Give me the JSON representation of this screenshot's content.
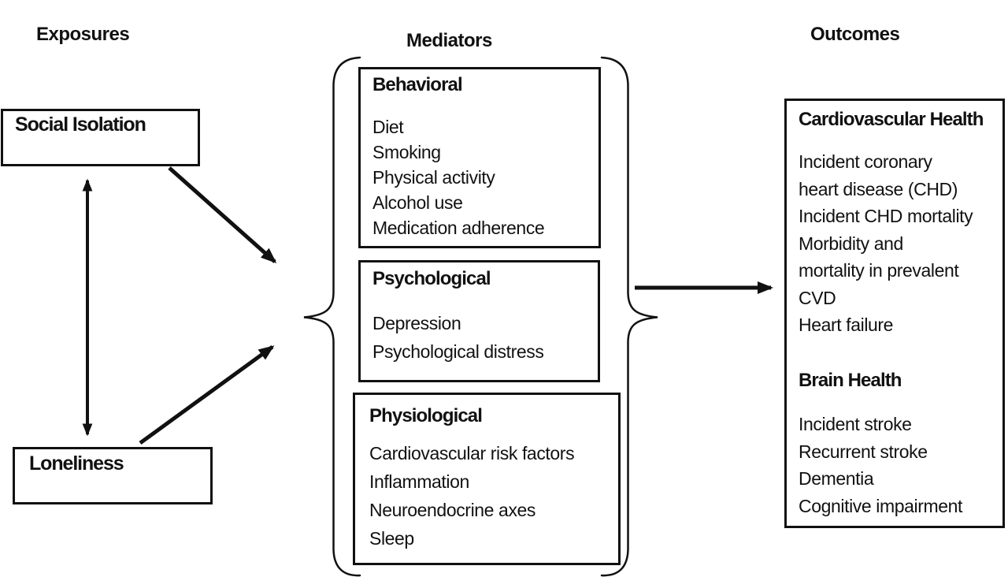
{
  "headers": {
    "exposures": "Exposures",
    "mediators": "Mediators",
    "outcomes": "Outcomes"
  },
  "exposures": {
    "social_isolation_label": "Social Isolation",
    "loneliness_label": "Loneliness"
  },
  "mediators": {
    "behavioral": {
      "title": "Behavioral",
      "items": [
        "Diet",
        "Smoking",
        "Physical activity",
        "Alcohol use",
        "Medication adherence"
      ]
    },
    "psychological": {
      "title": "Psychological",
      "items": [
        "Depression",
        "Psychological distress"
      ]
    },
    "physiological": {
      "title": "Physiological",
      "items": [
        "Cardiovascular risk factors",
        "Inflammation",
        "Neuroendocrine axes",
        "Sleep"
      ]
    }
  },
  "outcomes_panel": {
    "cardiovascular": {
      "title": "Cardiovascular Health",
      "lines": [
        "Incident coronary",
        "heart disease (CHD)",
        "Incident CHD mortality",
        "Morbidity and",
        "mortality in prevalent",
        "CVD",
        "Heart failure"
      ]
    },
    "brain": {
      "title": "Brain Health",
      "lines": [
        "Incident stroke",
        "Recurrent stroke",
        "Dementia",
        "Cognitive impairment"
      ]
    }
  },
  "edges": [
    {
      "from": "social-isolation",
      "to": "loneliness",
      "type": "bidirectional"
    },
    {
      "from": "social-isolation",
      "to": "mediators",
      "type": "directed"
    },
    {
      "from": "loneliness",
      "to": "mediators",
      "type": "directed"
    },
    {
      "from": "mediators",
      "to": "outcomes",
      "type": "directed"
    }
  ],
  "colors": {
    "ink": "#111111",
    "bg": "#ffffff"
  }
}
